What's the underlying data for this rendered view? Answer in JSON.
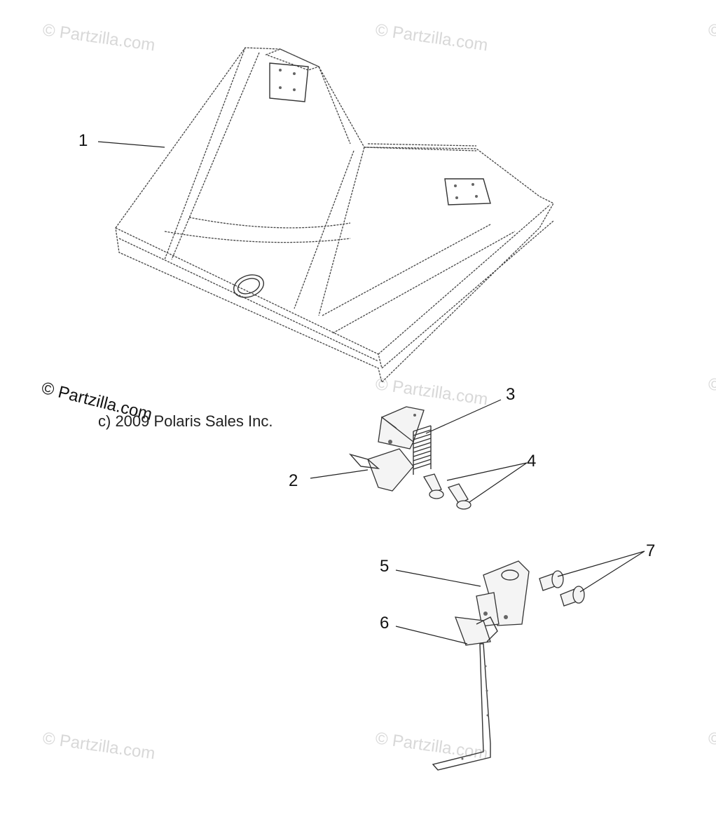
{
  "callouts": [
    {
      "id": "1",
      "label": "1"
    },
    {
      "id": "2",
      "label": "2"
    },
    {
      "id": "3",
      "label": "3"
    },
    {
      "id": "4",
      "label": "4"
    },
    {
      "id": "5",
      "label": "5"
    },
    {
      "id": "6",
      "label": "6"
    },
    {
      "id": "7",
      "label": "7"
    }
  ],
  "copyright_notice": "c) 2009 Polaris Sales Inc.",
  "watermark_text": "© Partzilla.com",
  "parts": [
    "hood-panel",
    "latch-bracket",
    "spring",
    "screws",
    "mount-bracket",
    "latch-rod-assembly",
    "bolts"
  ],
  "colors": {
    "line": "#444444",
    "watermark": "#d8d8d8",
    "background": "#ffffff"
  }
}
